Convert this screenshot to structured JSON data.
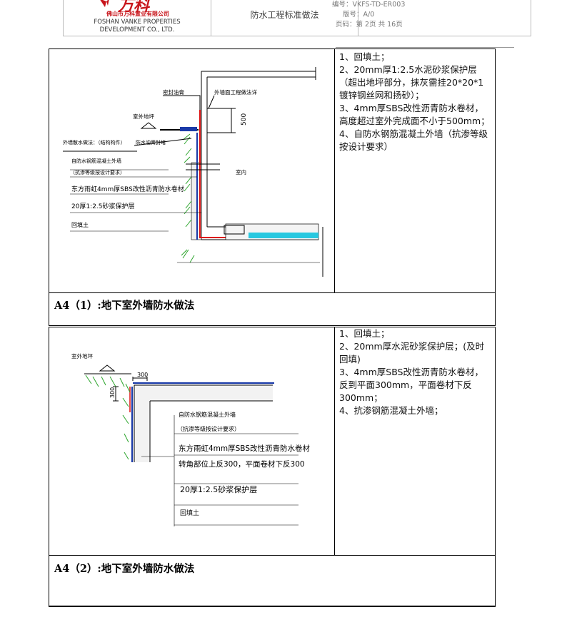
{
  "header": {
    "logo_text": "万科",
    "company_cn": "佛山市万科置业有限公司",
    "company_en_1": "FOSHAN VANKE PROPERTIES",
    "company_en_2": "DEVELOPMENT CO., LTD.",
    "doc_title": "防水工程标准做法",
    "doc_no": "编号：VKFS-TD-ER003",
    "version": "版号：A/0",
    "page": "页码：第 2页  共 16页"
  },
  "section1": {
    "caption": "A4（1）:地下室外墙防水做法",
    "notes": [
      "1、回填土；",
      "2、20mm厚1:2.5水泥砂浆保护层（超出地坪部分，抹灰需挂20*20*1镀锌钢丝网和扬砂）；",
      "3、4mm厚SBS改性沥青防水卷材，高度超过室外完成面不小于500mm；",
      "4、自防水钢筋混凝土外墙（抗渗等级按设计要求）"
    ],
    "drawing": {
      "label_wall_top": "外墙面工程做法详",
      "label_seal": "密封油膏",
      "label_outdoor_grade": "室外地坪",
      "label_dim_500": "500",
      "label_scattered_water": "外墙散水做法：（结构构件）",
      "label_waterproof_end": "防水油膏封堵",
      "label_indoor": "室内",
      "label_wall_type": "自防水钢筋混凝土外墙",
      "label_wall_grade": "（抗渗等级按设计要求）",
      "label_membrane": "东方雨虹4mm厚SBS改性沥青防水卷材",
      "label_mortar": "20厚1:2.5砂浆保护层",
      "label_backfill": "回填土"
    }
  },
  "section2": {
    "caption": "A4（2）:地下室外墙防水做法",
    "notes": [
      "1、回填土；",
      "2、20mm厚水泥砂浆保护层；(及时回填)",
      "3、4mm厚SBS改性沥青防水卷材，反到平面300mm，平面卷材下反300mm；",
      "4、抗渗钢筋混凝土外墙；"
    ],
    "drawing": {
      "label_outdoor_grade": "室外地坪",
      "label_dim_h": "300",
      "label_dim_v": "300",
      "label_wall_type": "自防水钢筋混凝土外墙",
      "label_wall_grade": "（抗渗等级按设计要求）",
      "label_membrane": "东方雨虹4mm厚SBS改性沥青防水卷材",
      "label_membrane_2": "转角部位上反300，平面卷材下反300",
      "label_mortar": "20厚1:2.5砂浆保护层",
      "label_backfill": "回填土"
    }
  },
  "colors": {
    "brand_red": "#c8151b",
    "membrane_red": "#d11",
    "membrane_blue": "#1a3aa8",
    "grass_green": "#2da52d",
    "water_cyan": "#28c8e0"
  }
}
